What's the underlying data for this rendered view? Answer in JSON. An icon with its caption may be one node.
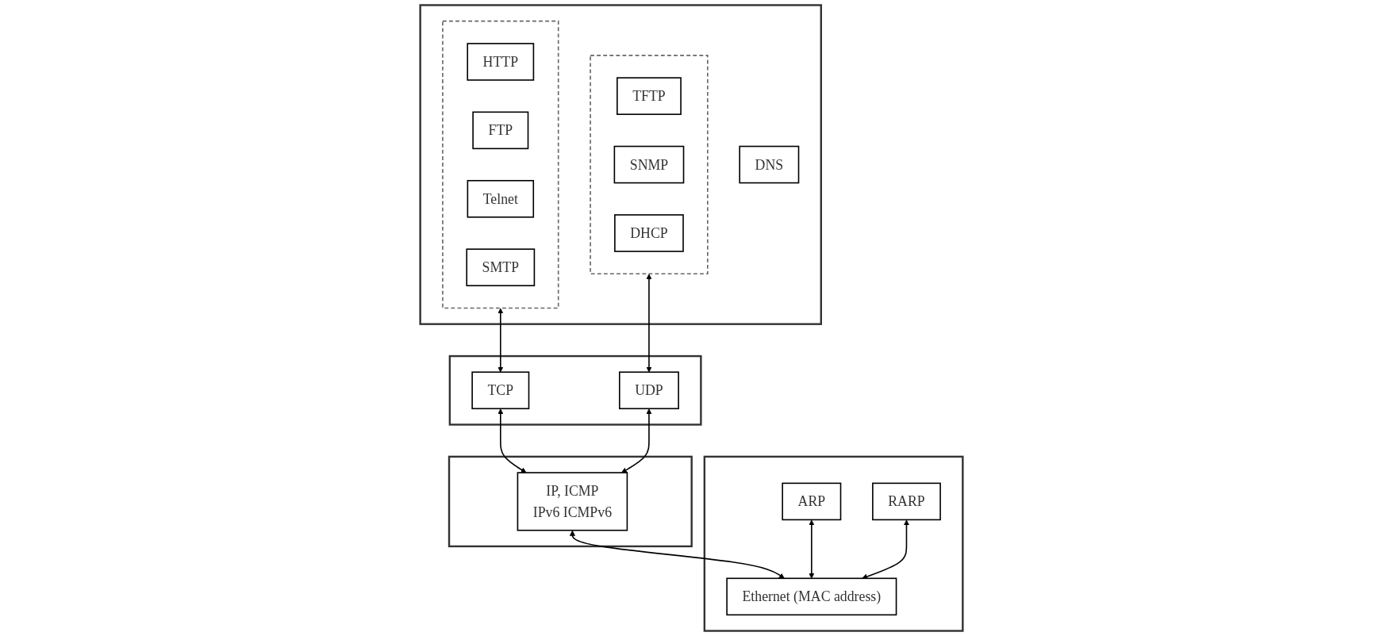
{
  "diagram": {
    "nodes": [
      {
        "text": [],
        "shape": "box"
      },
      {
        "text": [],
        "shape": "box",
        "in": 0
      },
      {
        "text": [
          "HTTP"
        ],
        "in": 1
      },
      {
        "text": [
          "FTP"
        ],
        "in": 1
      },
      {
        "text": [
          "Telnet"
        ],
        "in": 1
      },
      {
        "text": [
          "SMTP"
        ],
        "in": 1
      },
      {
        "text": [
          "DNS"
        ],
        "in": 0
      },
      {
        "text": [],
        "shape": "box",
        "in": 0
      },
      {
        "text": [
          "TFTP"
        ],
        "in": 7
      },
      {
        "text": [
          "SNMP"
        ],
        "in": 7
      },
      {
        "text": [
          "DHCP"
        ],
        "in": 7
      },
      {
        "text": [],
        "shape": "box"
      },
      {
        "text": [
          "TCP"
        ],
        "in": 11
      },
      {
        "text": [
          "UDP"
        ],
        "in": 11
      },
      {
        "text": [],
        "shape": "box"
      },
      {
        "text": [
          "IP, ICMP",
          "IPv6 ICMPv6"
        ],
        "in": 14
      },
      {
        "text": [],
        "shape": "box"
      },
      {
        "text": [
          "ARP"
        ],
        "in": 16
      },
      {
        "text": [
          "Ethernet (MAC address)"
        ],
        "in": 16
      },
      {
        "text": [
          "RARP"
        ],
        "in": 16
      }
    ],
    "edges": [
      {
        "from": 1,
        "to": 12,
        "arrow": "both"
      },
      {
        "from": 7,
        "to": 13,
        "arrow": "both"
      },
      {
        "from": 12,
        "to": 15,
        "arrow": "both"
      },
      {
        "from": 13,
        "to": 15,
        "arrow": "both"
      },
      {
        "from": 15,
        "to": 18,
        "arrow": "both"
      },
      {
        "from": 17,
        "to": 18,
        "arrow": "both"
      },
      {
        "from": 19,
        "to": 18,
        "arrow": "both"
      }
    ]
  }
}
